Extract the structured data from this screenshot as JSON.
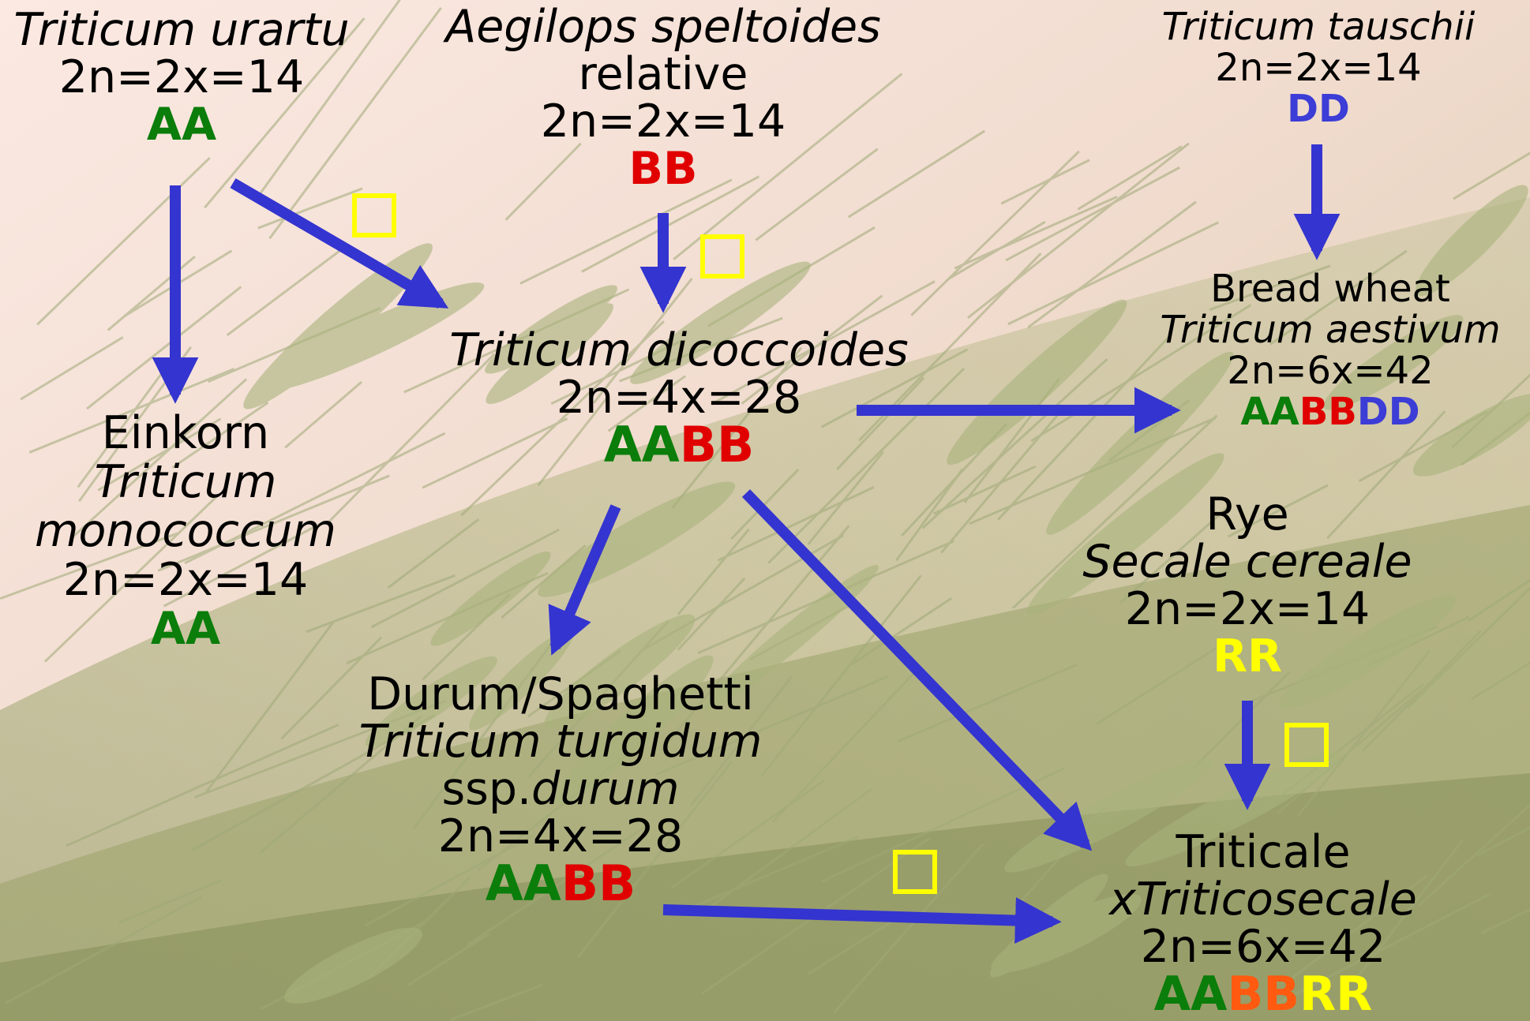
{
  "colors": {
    "A": "#0a7d0a",
    "B": "#e00000",
    "B_triticale": "#ff5a10",
    "D": "#3c3cd6",
    "R": "#ffff00",
    "arrow": "#3434d0",
    "box": "#ffff00"
  },
  "nodes": {
    "urartu": {
      "name": "Triticum urartu",
      "ploidy": "2n=2x=14",
      "genome": [
        "AA"
      ]
    },
    "speltoides": {
      "name": "Aegilops speltoides",
      "name2": "relative",
      "ploidy": "2n=2x=14",
      "genome": [
        "BB"
      ]
    },
    "tauschii": {
      "name": "Triticum tauschii",
      "ploidy": "2n=2x=14",
      "genome": [
        "DD"
      ]
    },
    "einkorn": {
      "common": "Einkorn",
      "name": "Triticum",
      "name2": "monococcum",
      "ploidy": "2n=2x=14",
      "genome": [
        "AA"
      ]
    },
    "dicoccoides": {
      "name": "Triticum dicoccoides",
      "ploidy": "2n=4x=28",
      "genome": [
        "AA",
        "BB"
      ]
    },
    "bread": {
      "common": "Bread wheat",
      "name": "Triticum aestivum",
      "ploidy": "2n=6x=42",
      "genome": [
        "AA",
        "BB",
        "DD"
      ]
    },
    "rye": {
      "common": "Rye",
      "name": "Secale cereale",
      "ploidy": "2n=2x=14",
      "genome": [
        "RR"
      ]
    },
    "durum": {
      "common": "Durum/Spaghetti",
      "name": "Triticum turgidum",
      "ssp_prefix": "ssp.",
      "ssp_name": "durum",
      "ploidy": "2n=4x=28",
      "genome": [
        "AA",
        "BB"
      ]
    },
    "triticale": {
      "common": "Triticale",
      "name": "xTriticosecale",
      "ploidy": "2n=6x=42",
      "genome": [
        "AA",
        "BB",
        "RR"
      ]
    }
  },
  "edges": [
    {
      "from": "Triticum urartu",
      "to": "Einkorn"
    },
    {
      "from": "Triticum urartu",
      "to": "Triticum dicoccoides"
    },
    {
      "from": "Aegilops speltoides relative",
      "to": "Triticum dicoccoides"
    },
    {
      "from": "Triticum tauschii",
      "to": "Bread wheat"
    },
    {
      "from": "Triticum dicoccoides",
      "to": "Bread wheat"
    },
    {
      "from": "Triticum dicoccoides",
      "to": "Durum/Spaghetti"
    },
    {
      "from": "Triticum dicoccoides",
      "to": "Triticale"
    },
    {
      "from": "Rye",
      "to": "Triticale"
    },
    {
      "from": "Durum/Spaghetti",
      "to": "Triticale"
    }
  ]
}
